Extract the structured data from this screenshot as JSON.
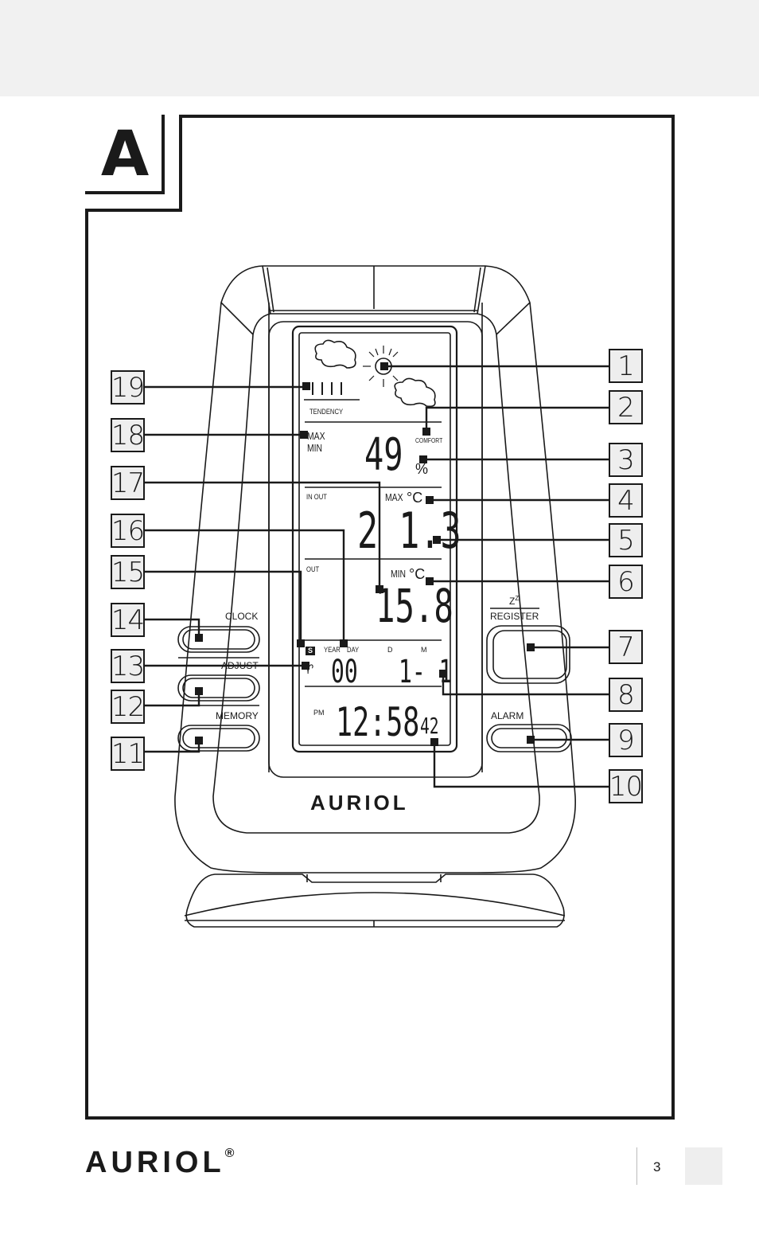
{
  "figure": {
    "label": "A"
  },
  "device": {
    "brand": "AURIOL",
    "buttons": {
      "clock": "CLOCK",
      "adjust": "ADJUST",
      "memory": "MEMORY",
      "register_zz": "Z",
      "register_zz_sup": "Z",
      "register": "REGISTER",
      "alarm": "ALARM"
    },
    "display": {
      "tendency": "TENDENCY",
      "comfort": "COMFORT",
      "max": "MAX",
      "min": "MIN",
      "humidity": "49",
      "percent": "%",
      "in_out": "IN OUT",
      "max_unit": "MAX",
      "deg_c": "°C",
      "temp_indoor": "2 1.3",
      "out": "OUT",
      "min_unit": "MIN",
      "temp_outdoor": "15.8",
      "s_badge": "S",
      "year": "YEAR",
      "day": "DAY",
      "d": "D",
      "m": "M",
      "year_value": "00",
      "date_value": "1- 1",
      "pm": "PM",
      "time": "12:58",
      "seconds": "42"
    }
  },
  "callouts": [
    "1",
    "2",
    "3",
    "4",
    "5",
    "6",
    "7",
    "8",
    "9",
    "10",
    "11",
    "12",
    "13",
    "14",
    "15",
    "16",
    "17",
    "18",
    "19"
  ],
  "footer": {
    "brand": "AURIOL",
    "registered": "®",
    "page": "3"
  },
  "colors": {
    "ink": "#1a1a1a",
    "band": "#f1f1f1",
    "callout_fill": "#eeeeee"
  }
}
